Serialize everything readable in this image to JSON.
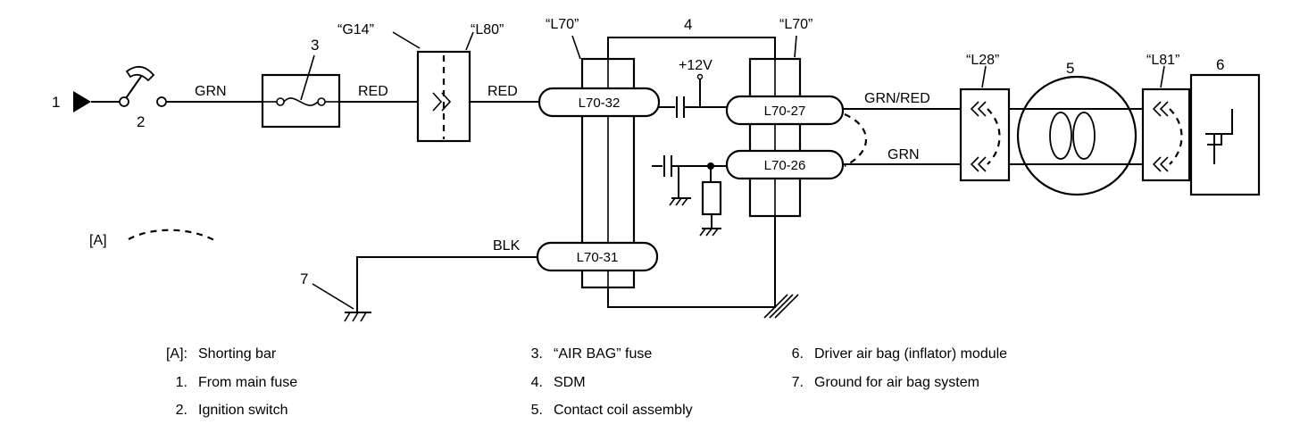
{
  "callouts": {
    "n1": "1",
    "n2": "2",
    "n3": "3",
    "n4": "4",
    "n5": "5",
    "n6": "6",
    "n7": "7",
    "a": "[A]"
  },
  "connectors": {
    "g14": "“G14”",
    "l80": "“L80”",
    "l70_left": "“L70”",
    "l70_right": "“L70”",
    "l28": "“L28”",
    "l81": "“L81”"
  },
  "wires": {
    "grn_1": "GRN",
    "red_1": "RED",
    "red_2": "RED",
    "blk": "BLK",
    "grn_red": "GRN/RED",
    "grn_2": "GRN"
  },
  "pins": {
    "p32": "L70-32",
    "p31": "L70-31",
    "p27": "L70-27",
    "p26": "L70-26"
  },
  "voltage": "+12V",
  "legend": [
    {
      "key": "[A]:",
      "text": "Shorting bar"
    },
    {
      "key": "1.",
      "text": "From main fuse"
    },
    {
      "key": "2.",
      "text": "Ignition switch"
    },
    {
      "key": "3.",
      "text": "“AIR BAG” fuse"
    },
    {
      "key": "4.",
      "text": "SDM"
    },
    {
      "key": "5.",
      "text": "Contact coil assembly"
    },
    {
      "key": "6.",
      "text": "Driver air bag (inflator) module"
    },
    {
      "key": "7.",
      "text": "Ground for air bag system"
    }
  ]
}
